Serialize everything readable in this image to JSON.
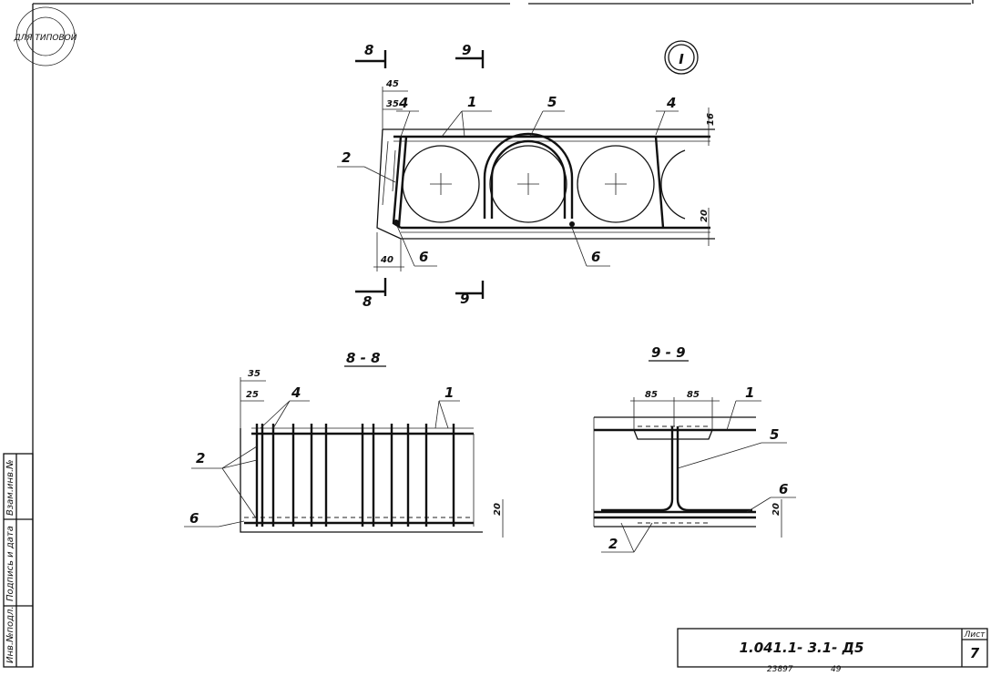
{
  "stamp": {
    "text": "ДЛЯ ТИПОВОЙ"
  },
  "view_marker": "I",
  "section_a": {
    "title": "8 - 8",
    "marker_top": "8",
    "marker_bottom": "8"
  },
  "section_b": {
    "title": "9 - 9",
    "marker_top": "9",
    "marker_bottom": "9"
  },
  "positions": {
    "p1": "1",
    "p2": "2",
    "p4": "4",
    "p5": "5",
    "p6": "6"
  },
  "dims": {
    "d45": "45",
    "d35": "35",
    "d40": "40",
    "d16": "16",
    "d20": "20",
    "d25": "25",
    "d85a": "85",
    "d85b": "85"
  },
  "side_labels": {
    "inv_sub": "Инв.№подл.",
    "sign_date": "Подпись и дата",
    "vzam_inv": "Взам.инв.№"
  },
  "title_block": {
    "doc_code": "1.041.1- 3.1- Д5",
    "sheet_label": "Лист",
    "sheet_number": "7",
    "footer_code": "23897",
    "footer_num": "49"
  }
}
